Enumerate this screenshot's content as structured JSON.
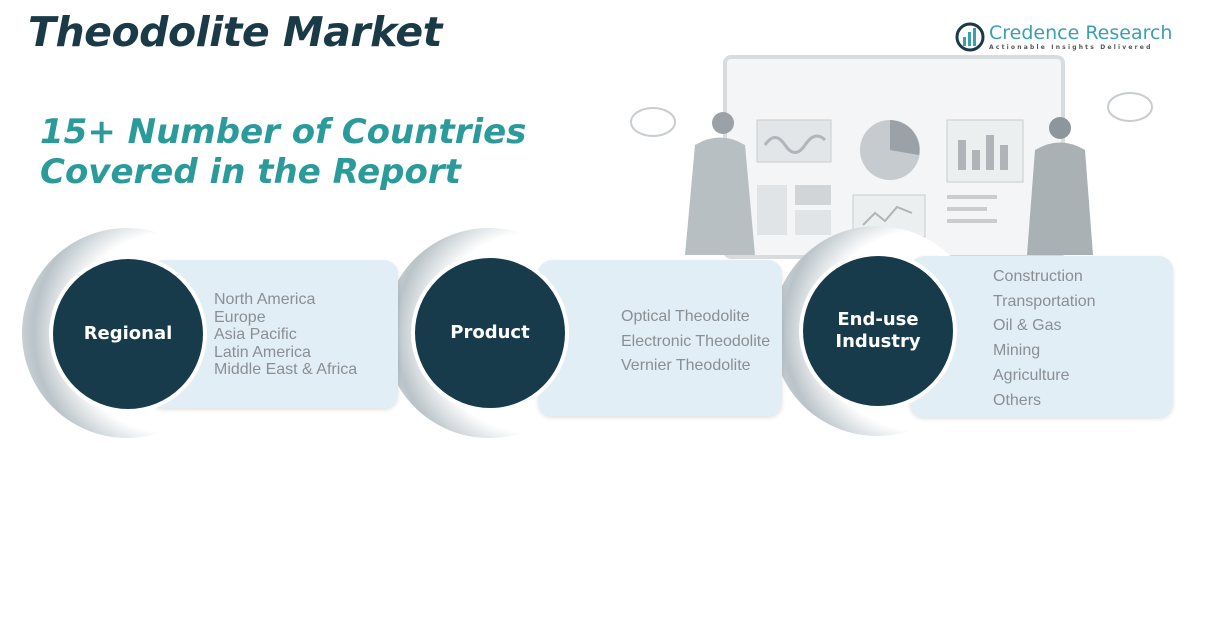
{
  "title": "Theodolite Market",
  "subtitle_line1": "15+ Number of Countries",
  "subtitle_line2": "Covered in the Report",
  "logo": {
    "name": "Credence Research",
    "tagline": "Actionable Insights Delivered"
  },
  "segments": [
    {
      "label": "Regional",
      "items": [
        "North America",
        "Europe",
        "Asia Pacific",
        "Latin America",
        "Middle East & Africa"
      ]
    },
    {
      "label": "Product",
      "items": [
        "Optical Theodolite",
        "Electronic Theodolite",
        "Vernier Theodolite"
      ]
    },
    {
      "label_line1": "End-use",
      "label_line2": "Industry",
      "items": [
        "Construction",
        "Transportation",
        "Oil & Gas",
        "Mining",
        "Agriculture",
        "Others"
      ]
    }
  ],
  "colors": {
    "dark": "#173b4a",
    "teal": "#2a9a9a",
    "panel": "#e1eef5"
  }
}
